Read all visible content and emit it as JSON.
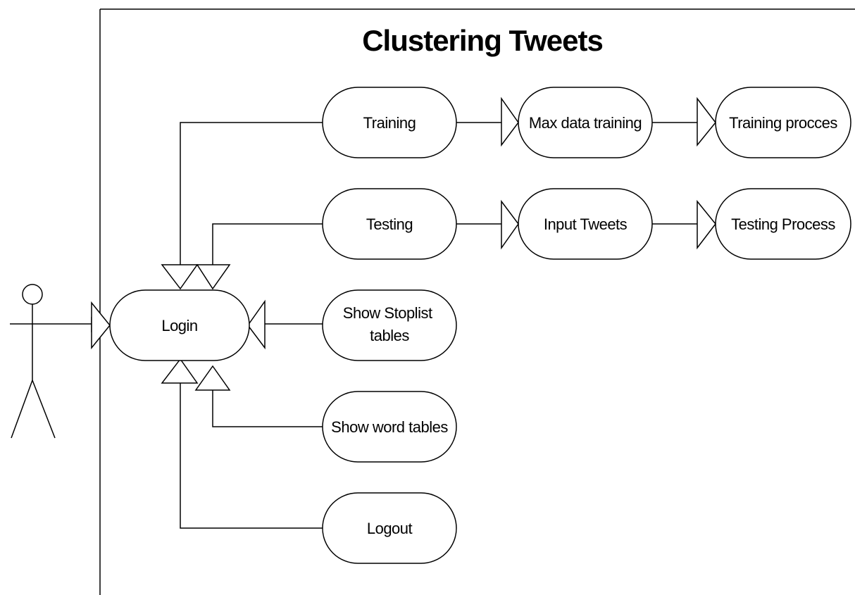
{
  "diagram": {
    "title": "Clustering Tweets",
    "use_cases": {
      "login": [
        "Login"
      ],
      "training": [
        "Training"
      ],
      "testing": [
        "Testing"
      ],
      "show_stoplist": [
        "Show Stoplist",
        "tables"
      ],
      "show_word": [
        "Show word tables"
      ],
      "logout": [
        "Logout"
      ],
      "max_data_training": [
        "Max data training"
      ],
      "training_process": [
        "Training procces"
      ],
      "input_tweets": [
        "Input Tweets"
      ],
      "testing_process": [
        "Testing Process"
      ]
    }
  },
  "colors": {
    "stroke": "#000000",
    "fill": "#ffffff",
    "text": "#000000"
  }
}
